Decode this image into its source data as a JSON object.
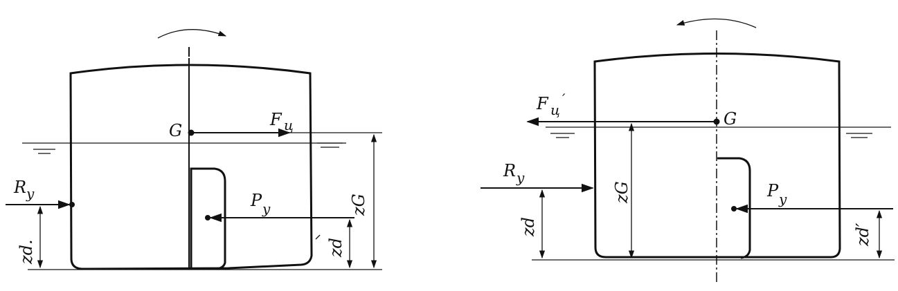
{
  "left": {
    "G": "G",
    "F": "F",
    "F_sub": "ц",
    "R": "R",
    "R_sub": "y",
    "P": "P",
    "P_sub": "y",
    "zG": "zG",
    "zd": "zd",
    "zd2": "zd."
  },
  "right": {
    "G": "G",
    "F": "F",
    "F_sub": "ц",
    "F_prime": "′",
    "R": "R",
    "R_sub": "y",
    "P": "P",
    "P_sub": "y",
    "zG": "zG",
    "zd": "zd",
    "zd_prime": "zd′"
  }
}
